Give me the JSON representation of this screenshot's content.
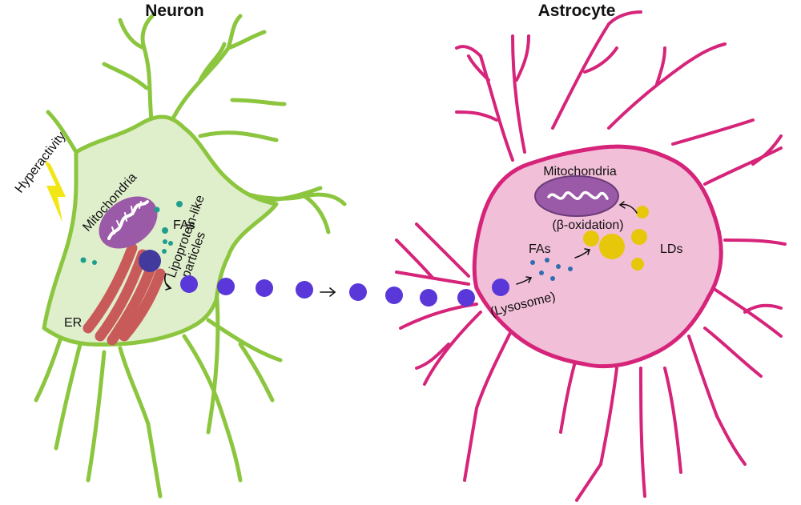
{
  "colors": {
    "neuron_outline": "#8cc63f",
    "neuron_fill": "#dfeecb",
    "astrocyte_outline": "#d6247a",
    "astrocyte_fill": "#f2bfd8",
    "mitochondria": "#9b5aa8",
    "er": "#c95a5a",
    "fatty_acids_neuron": "#1f9e8e",
    "fatty_acids_astrocyte": "#2d6fae",
    "lipoprotein_particles": "#5a37d8",
    "lipid_droplets": "#e6c70a",
    "lightning": "#f2e614"
  },
  "neuron": {
    "title": "Neuron",
    "hyperactivity": "Hyperactivity",
    "mitochondria": "Mitochondria",
    "fas": "FAs",
    "er": "ER",
    "lipoprotein_line1": "Lipoprotein-like",
    "lipoprotein_line2": "particles"
  },
  "astrocyte": {
    "title": "Astrocyte",
    "mitochondria": "Mitochondria",
    "beta_oxidation": "(β-oxidation)",
    "fas": "FAs",
    "lds": "LDs",
    "lysosome": "(Lysosome)"
  },
  "icons": [
    "lightning-icon",
    "arrow-right-icon",
    "curved-arrow-icon"
  ]
}
